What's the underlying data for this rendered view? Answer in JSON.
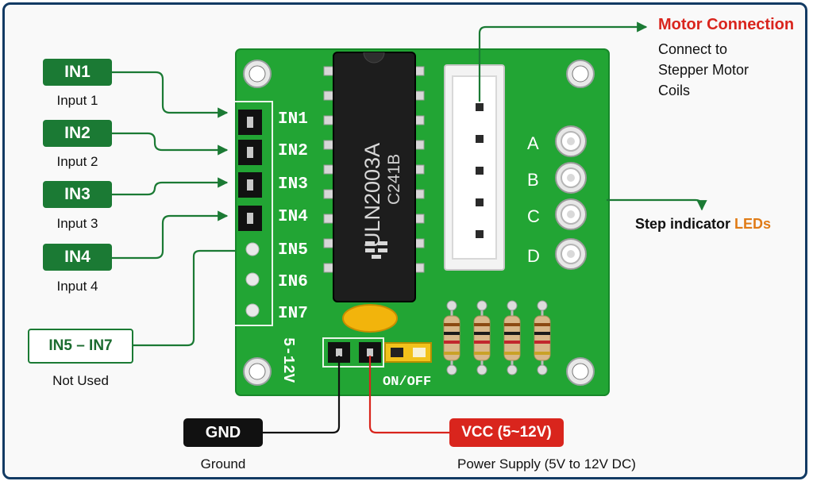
{
  "board": {
    "chip_name": "ULN2003A",
    "chip_code": "C241B",
    "pin_labels": [
      "IN1",
      "IN2",
      "IN3",
      "IN4",
      "IN5",
      "IN6",
      "IN7"
    ],
    "voltage_label": "5-12V",
    "switch_label": "ON/OFF",
    "led_labels": [
      "A",
      "B",
      "C",
      "D"
    ]
  },
  "callouts": {
    "in1": {
      "label": "IN1",
      "caption": "Input 1"
    },
    "in2": {
      "label": "IN2",
      "caption": "Input 2"
    },
    "in3": {
      "label": "IN3",
      "caption": "Input 3"
    },
    "in4": {
      "label": "IN4",
      "caption": "Input 4"
    },
    "in5_7": {
      "label": "IN5 – IN7",
      "caption": "Not Used"
    },
    "motor": {
      "title": "Motor Connection",
      "desc_lines": [
        "Connect to",
        "Stepper Motor",
        "Coils"
      ]
    },
    "leds": {
      "text": "Step indicator ",
      "highlight": "LEDs"
    },
    "gnd": {
      "label": "GND",
      "caption": "Ground"
    },
    "vcc": {
      "label": "VCC (5~12V)",
      "caption": "Power Supply (5V to 12V DC)"
    }
  },
  "colors": {
    "board": "#22a534",
    "board_dark": "#1b8a2c",
    "callout_green": "#1b7a34",
    "accent_red": "#d9251d",
    "led_orange": "#e07b16",
    "frame": "#123a63"
  }
}
